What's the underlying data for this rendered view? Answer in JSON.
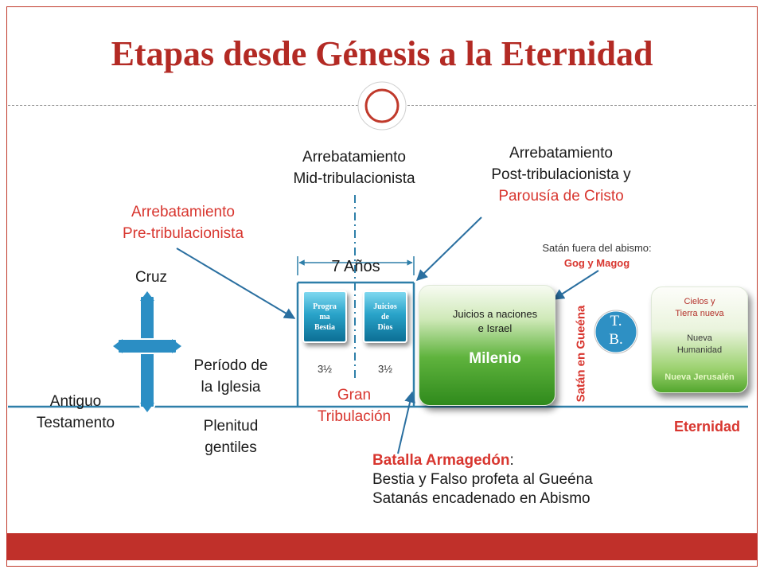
{
  "title": "Etapas desde Génesis a la Eternidad",
  "labels": {
    "cruz": "Cruz",
    "antiguo": "Antiguo",
    "testamento": "Testamento",
    "periodo_1": "Período de",
    "periodo_2": "la Iglesia",
    "plenitud_1": "Plenitud",
    "plenitud_2": "gentiles",
    "pre_1": "Arrebatamiento",
    "pre_2": "Pre-tribulacionista",
    "mid_1": "Arrebatamiento",
    "mid_2": "Mid-tribulacionista",
    "post_1": "Arrebatamiento",
    "post_2": "Post-tribulacionista y",
    "post_3": "Parousía de Cristo",
    "siete_anos": "7 Años",
    "half_left": "3½",
    "half_right": "3½",
    "gran_1": "Gran",
    "gran_2": "Tribulación",
    "satan_fuera_1": "Satán fuera del abismo:",
    "satan_fuera_2": "Gog y Magog",
    "satan_gueena": "Satán en Gueéna",
    "eternidad": "Eternidad",
    "armagedon_title": "Batalla Armagedón",
    "armagedon_colon": ":",
    "armagedon_2": "Bestia y Falso profeta al Gueéna",
    "armagedon_3": "Satanás encadenado en Abismo"
  },
  "boxes": {
    "programa_bestia": [
      "Progra",
      "ma",
      "Bestia"
    ],
    "juicios_dios": [
      "Juicios",
      "de",
      "Dios"
    ],
    "milenio_sub_1": "Juicios a naciones",
    "milenio_sub_2": "e Israel",
    "milenio": "Milenio",
    "tb_1": "T.",
    "tb_2": "B.",
    "cielos_1": "Cielos y",
    "cielos_2": "Tierra nueva",
    "humanidad_1": "Nueva",
    "humanidad_2": "Humanidad",
    "jerusalen": "Nueva Jerusalén"
  },
  "colors": {
    "title": "#b32a24",
    "accent_red": "#d8362f",
    "timeline_blue": "#2e7fa9",
    "pointer_blue": "#2a6fa0",
    "cross_blue": "#2b8ec4",
    "milenio_text": "#ffffff",
    "bar_red": "#c0302a"
  }
}
